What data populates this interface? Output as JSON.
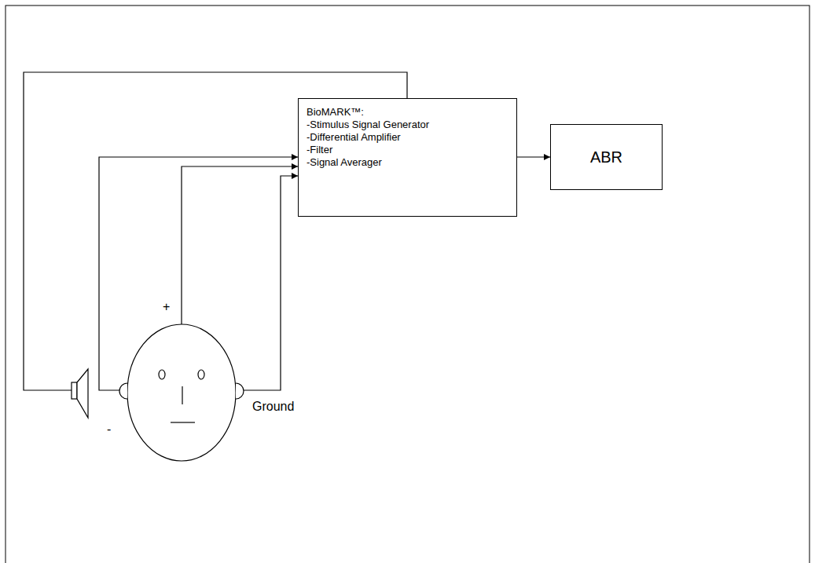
{
  "diagram": {
    "nodes": [
      {
        "text": [
          "BioMARK™:",
          "-Stimulus Signal Generator",
          "-Differential Amplifier",
          "-Filter",
          "-Signal Averager"
        ]
      },
      {
        "text": [
          "ABR"
        ]
      }
    ],
    "edges": [
      {
        "from": 0,
        "to": 1,
        "arrow": "to"
      }
    ],
    "labels": [
      "+",
      "-",
      "Ground"
    ]
  }
}
